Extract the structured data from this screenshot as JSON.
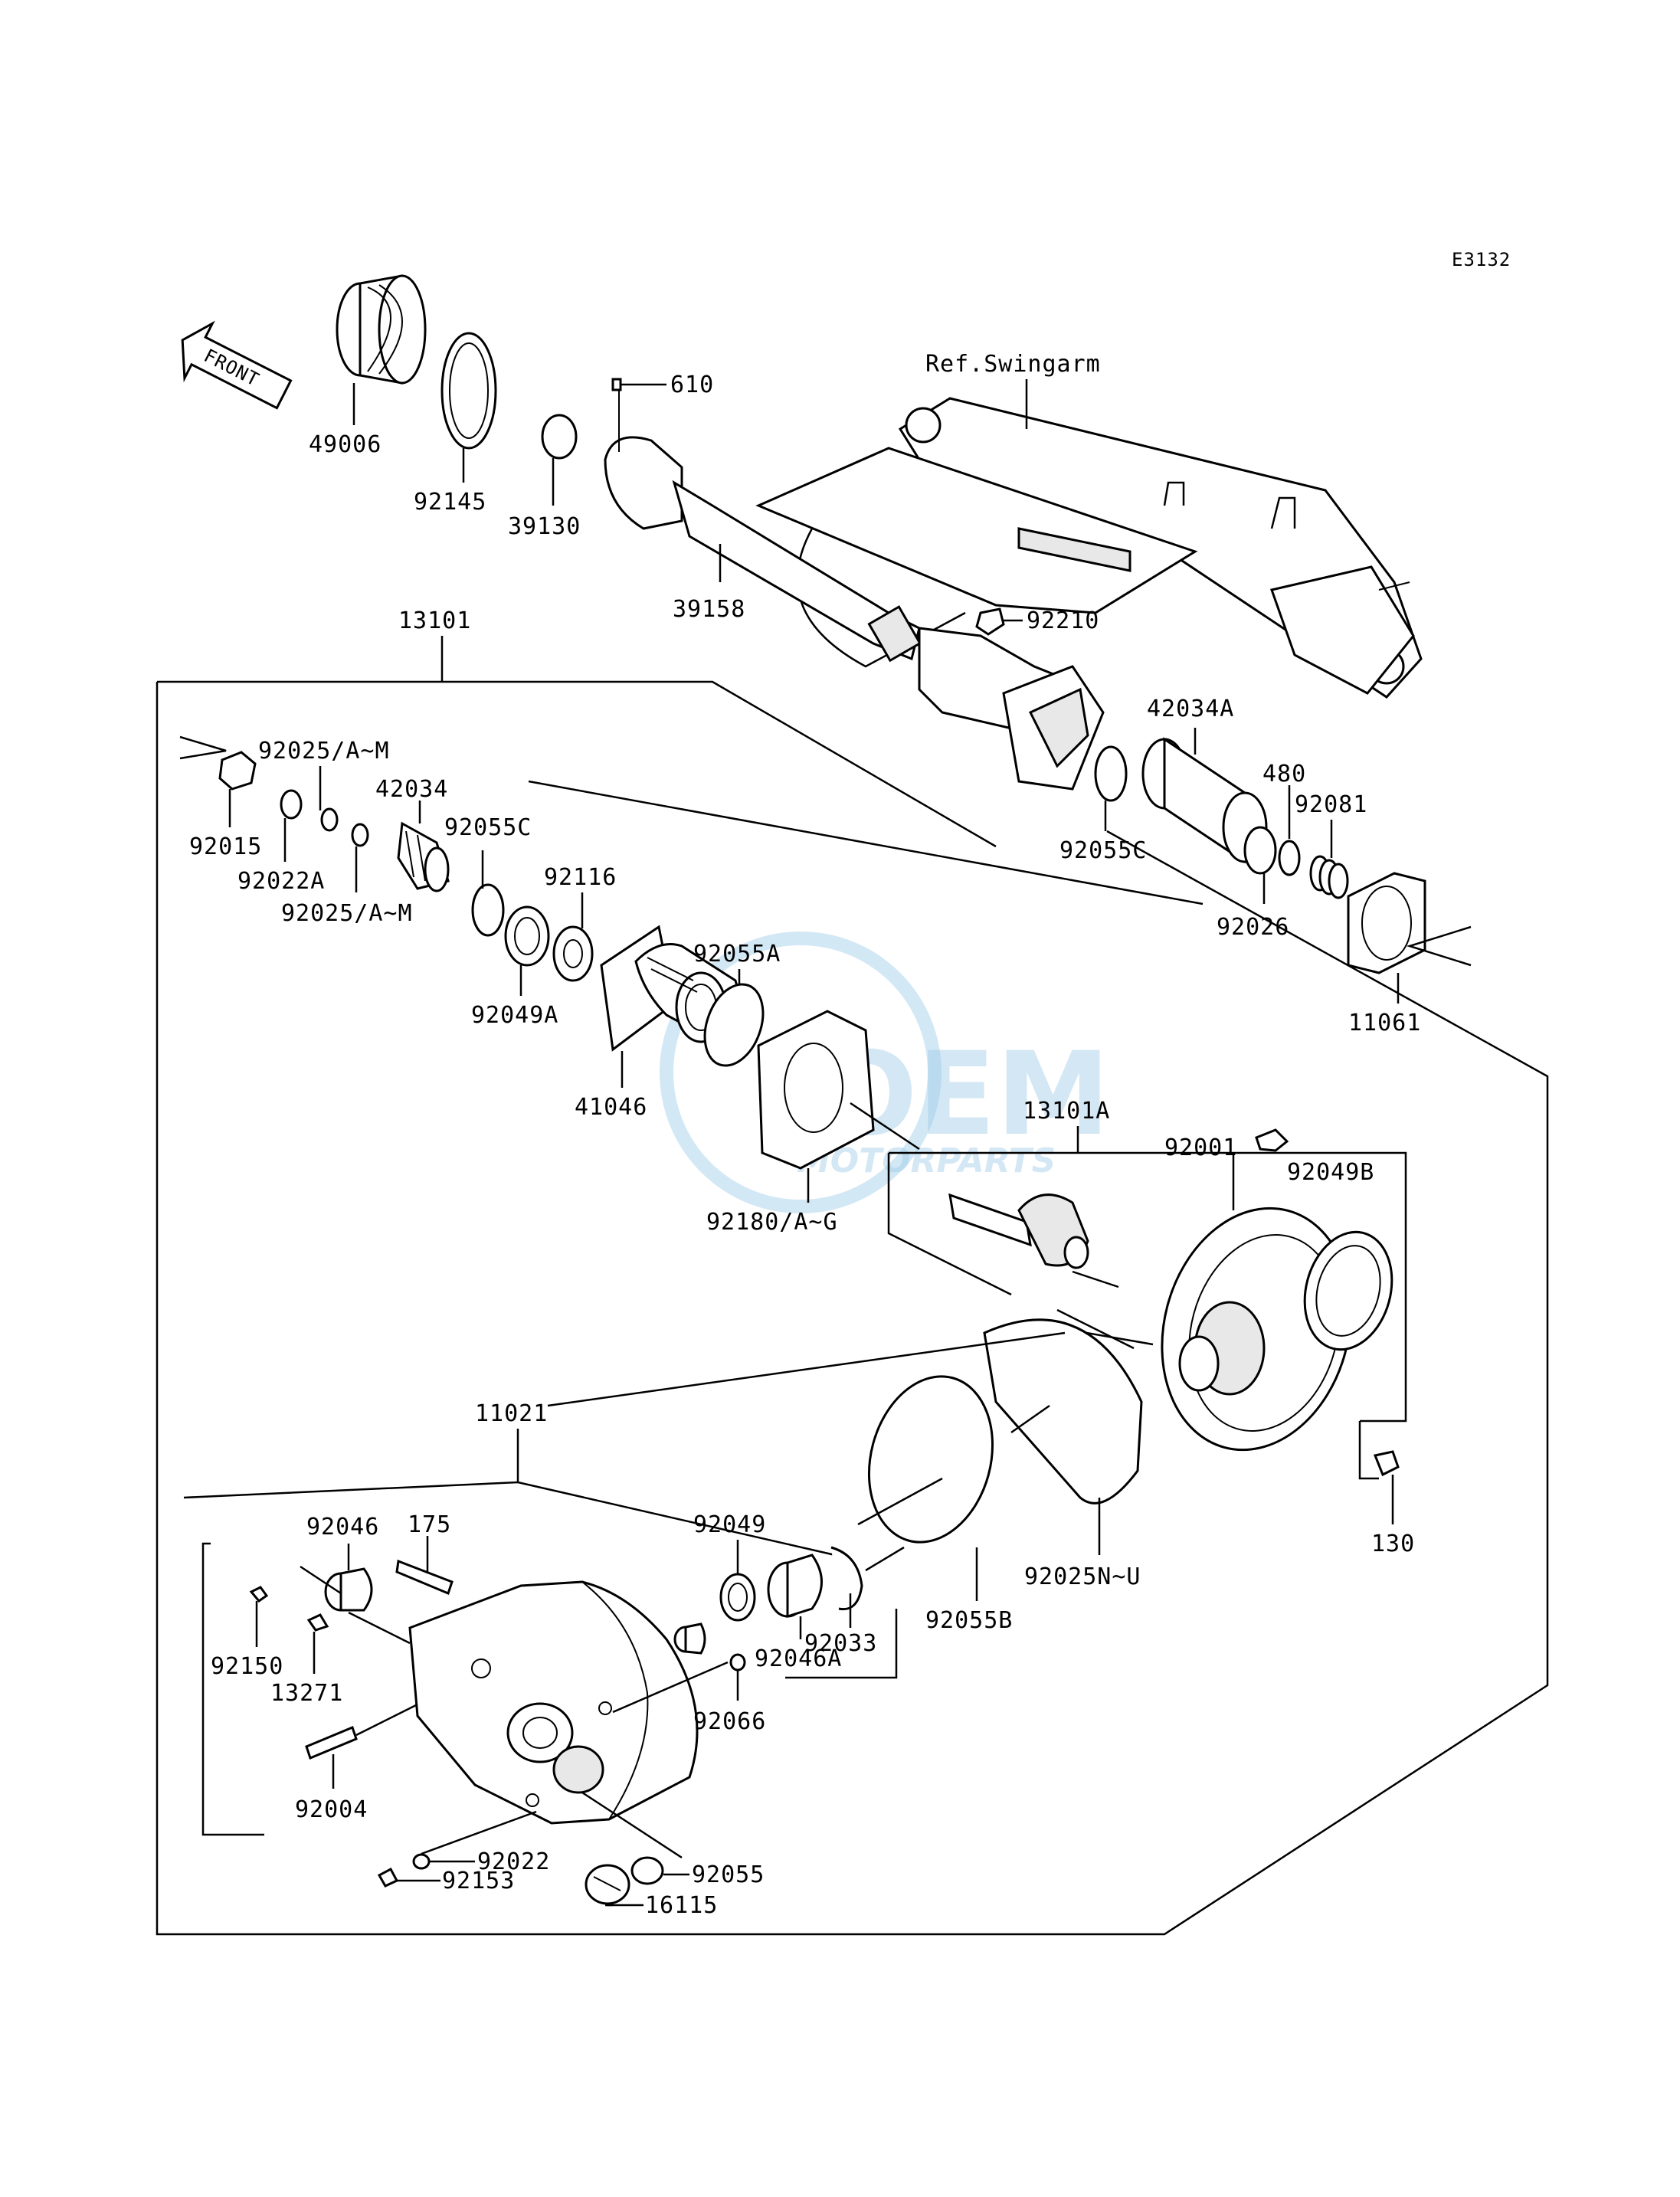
{
  "diagram_code": "E3132",
  "front_label": "FRONT",
  "ref_label": "Ref.Swingarm",
  "watermark": {
    "brand": "OEM",
    "sub": "MOTORPARTS"
  },
  "parts": {
    "p49006": "49006",
    "p92145": "92145",
    "p610": "610",
    "p39130": "39130",
    "p39158": "39158",
    "p92210": "92210",
    "p13101": "13101",
    "p42034A": "42034A",
    "p480": "480",
    "p92081": "92081",
    "p92055C_r": "92055C",
    "p92026": "92026",
    "p11061": "11061",
    "p92025AM_1": "92025/A~M",
    "p42034": "42034",
    "p92055C_l": "92055C",
    "p92015": "92015",
    "p92022A": "92022A",
    "p92025AM_2": "92025/A~M",
    "p92116": "92116",
    "p92055A": "92055A",
    "p92049A": "92049A",
    "p41046": "41046",
    "p13101A": "13101A",
    "p92001": "92001",
    "p92049B": "92049B",
    "p92180": "92180/A~G",
    "p11021": "11021",
    "p92046": "92046",
    "p175": "175",
    "p92049": "92049",
    "p92150": "92150",
    "p13271": "13271",
    "p92033": "92033",
    "p92046A": "92046A",
    "p92066": "92066",
    "p92055B": "92055B",
    "p92025NU": "92025N~U",
    "p130": "130",
    "p92004": "92004",
    "p92022": "92022",
    "p92153": "92153",
    "p92055": "92055",
    "p16115": "16115"
  }
}
